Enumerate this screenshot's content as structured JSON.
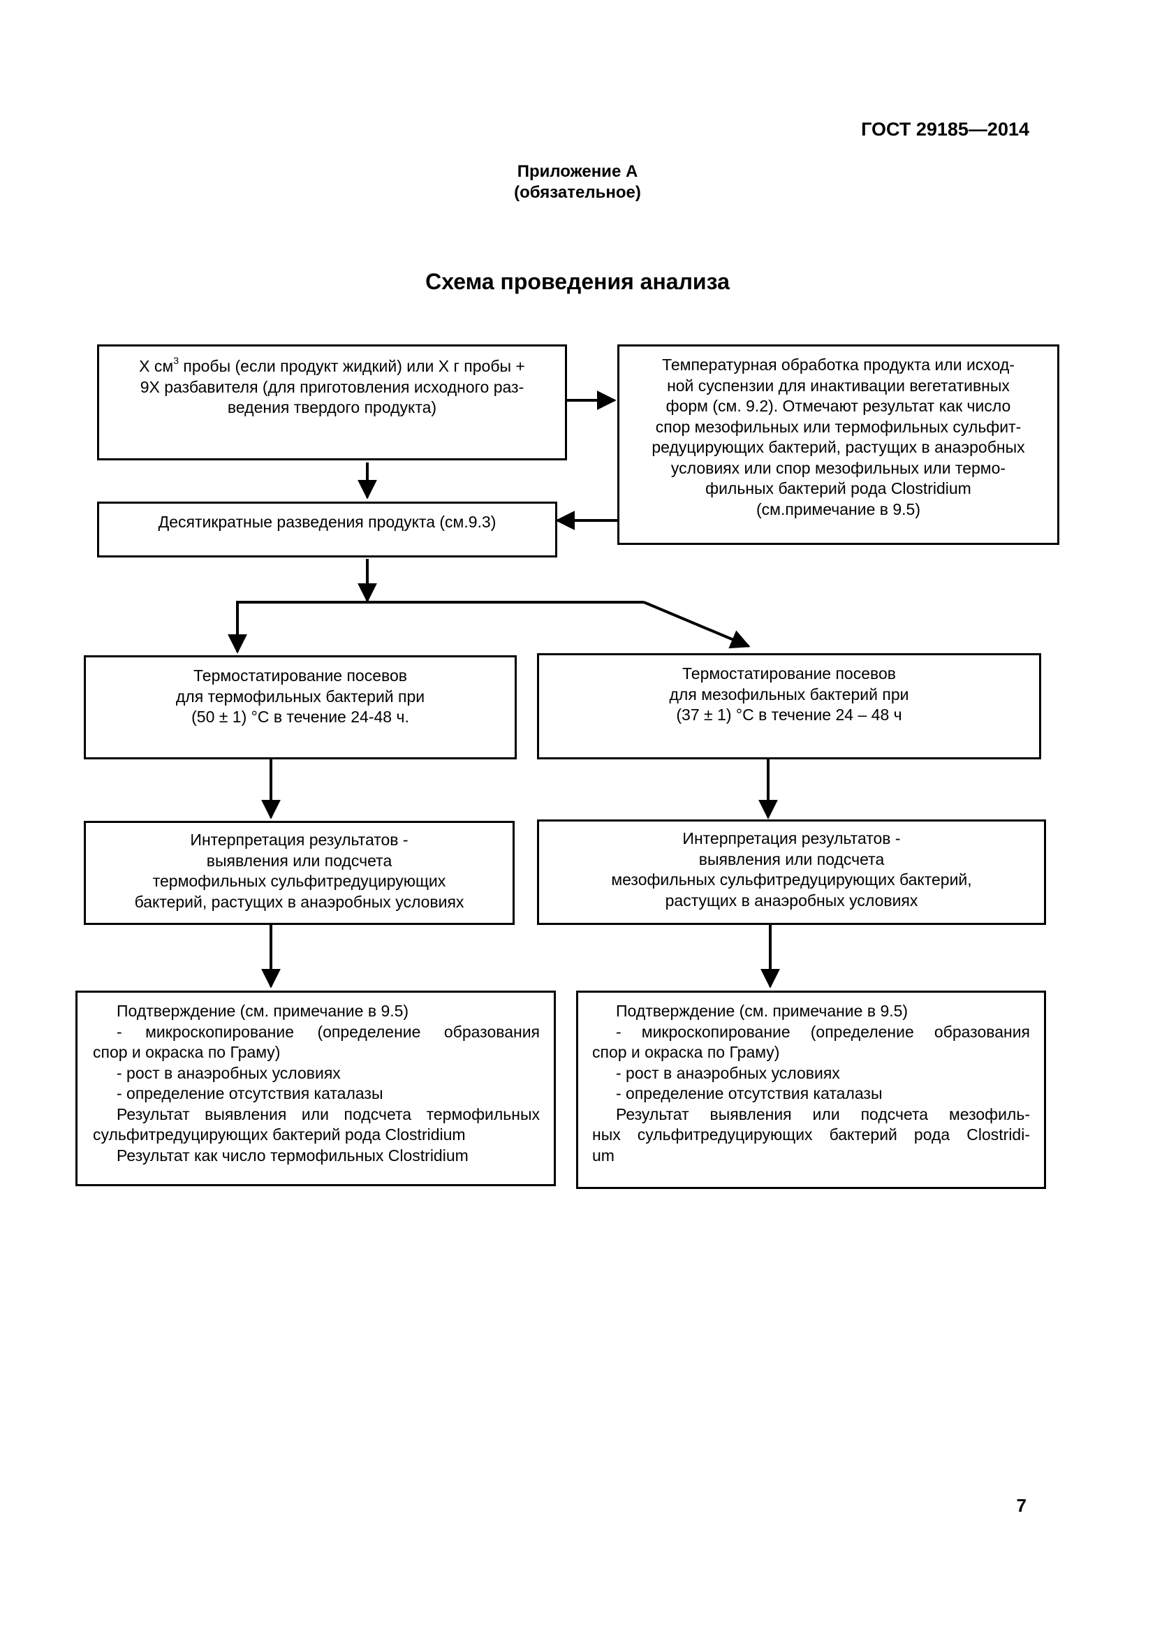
{
  "header": {
    "doc_code": "ГОСТ 29185—2014",
    "appendix_title": "Приложение А",
    "appendix_status": "(обязательное)",
    "scheme_title": "Схема проведения анализа"
  },
  "boxes": {
    "sample": {
      "line1_pre": "X см",
      "line1_sup": "3",
      "line1_post": " пробы (если продукт жидкий) или X г пробы +",
      "line2": "9X разбавителя (для приготовления исходного раз-",
      "line3": "ведения твердого продукта)"
    },
    "heat": {
      "lines": [
        "Температурная обработка продукта или исход-",
        "ной суспензии для инактивации вегетативных",
        "форм (см. 9.2). Отмечают результат как число",
        "спор мезофильных или термофильных сульфит-",
        "редуцирующих бактерий, растущих в анаэробных",
        "условиях или спор мезофильных или термо-",
        "фильных бактерий рода Clostridium",
        "(см.примечание в 9.5)"
      ]
    },
    "dilution": {
      "text": "Десятикратные разведения продукта (см.9.3)"
    },
    "thermo_incubation": {
      "lines": [
        "Термостатирование посевов",
        "для термофильных бактерий при",
        "(50 ± 1) °С в течение 24-48 ч."
      ]
    },
    "meso_incubation": {
      "lines": [
        "Термостатирование посевов",
        "для мезофильных бактерий при",
        "(37 ± 1) °С в течение 24 – 48 ч"
      ]
    },
    "thermo_interpretation": {
      "lines": [
        "Интерпретация результатов -",
        "выявления или подсчета",
        "термофильных сульфитредуцирующих",
        "бактерий, растущих в анаэробных условиях"
      ]
    },
    "meso_interpretation": {
      "lines": [
        "Интерпретация результатов -",
        "выявления или подсчета",
        "мезофильных сульфитредуцирующих бактерий,",
        "растущих в анаэробных условиях"
      ]
    },
    "thermo_confirmation": {
      "l1": "Подтверждение (см. примечание в 9.5)",
      "l2": "- микроскопирование (определение образования",
      "l3": "спор и окраска по Граму)",
      "l4": "- рост в анаэробных условиях",
      "l5": "- определение отсутствия каталазы",
      "l6": "Результат выявления или подсчета термофильных",
      "l7": "сульфитредуцирующих бактерий рода Clostridium",
      "l8": "Результат как число термофильных Clostridium"
    },
    "meso_confirmation": {
      "l1": "Подтверждение (см. примечание в 9.5)",
      "l2": "- микроскопирование (определение образования",
      "l3": "спор и окраска по Граму)",
      "l4": "- рост в анаэробных условиях",
      "l5": "- определение отсутствия каталазы",
      "l6": "Результат выявления или подсчета мезофиль-",
      "l7": "ных сульфитредуцирующих бактерий рода Clostridi-",
      "l8": "um"
    }
  },
  "page_number": "7"
}
